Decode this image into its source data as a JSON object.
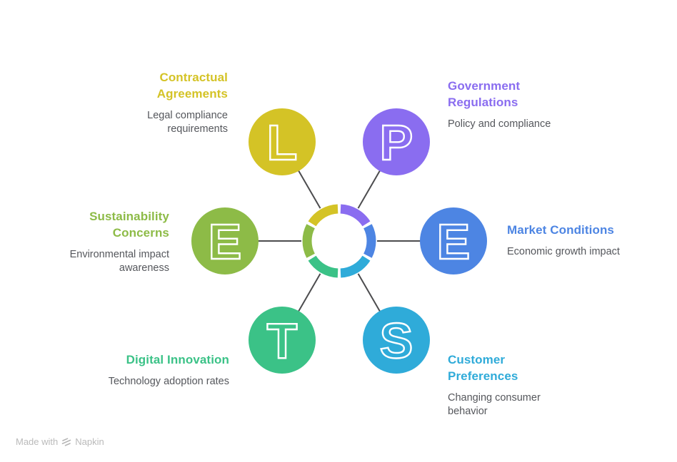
{
  "canvas": {
    "background": "#ffffff"
  },
  "diagram": {
    "type": "radial-pestle",
    "connector_color": "#4c4c4e",
    "items": [
      {
        "letter": "L",
        "title": "Contractual Agreements",
        "description": "Legal compliance requirements",
        "color": "#d4c326"
      },
      {
        "letter": "P",
        "title": "Government Regulations",
        "description": "Policy and compliance",
        "color": "#8a6df0"
      },
      {
        "letter": "E",
        "title": "Sustainability Concerns",
        "description": "Environmental impact awareness",
        "color": "#8dbb47"
      },
      {
        "letter": "E",
        "title": "Market Conditions",
        "description": "Economic growth impact",
        "color": "#4d85e3"
      },
      {
        "letter": "T",
        "title": "Digital Innovation",
        "description": "Technology adoption rates",
        "color": "#3bc287"
      },
      {
        "letter": "S",
        "title": "Customer Preferences",
        "description": "Changing consumer behavior",
        "color": "#2fabd9"
      }
    ]
  },
  "watermark": {
    "prefix": "Made with",
    "brand": "Napkin",
    "color": "#bababa"
  }
}
